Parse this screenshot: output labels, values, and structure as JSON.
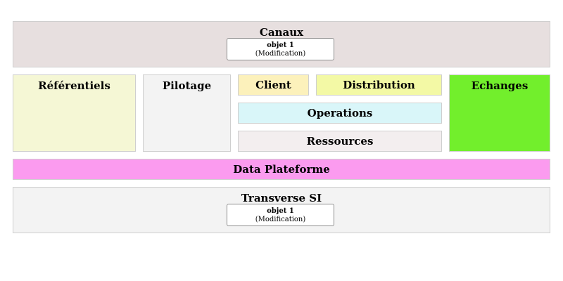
{
  "canaux": {
    "title": "Canaux",
    "color": "#e7dfdf",
    "object": {
      "name": "objet 1",
      "detail": "(Modification)"
    }
  },
  "referentiels": {
    "title": "Référentiels",
    "color": "#f5f7d5"
  },
  "pilotage": {
    "title": "Pilotage",
    "color": "#f3f3f3"
  },
  "client": {
    "title": "Client",
    "color": "#fcf1bb"
  },
  "distribution": {
    "title": "Distribution",
    "color": "#f3f9a5"
  },
  "operations": {
    "title": "Operations",
    "color": "#d9f6f9"
  },
  "ressources": {
    "title": "Ressources",
    "color": "#f3eeef"
  },
  "echanges": {
    "title": "Echanges",
    "color": "#72ef2c"
  },
  "data_plateforme": {
    "title": "Data Plateforme",
    "color": "#fb9bef"
  },
  "transverse": {
    "title": "Transverse SI",
    "color": "#f3f3f3",
    "object": {
      "name": "objet 1",
      "detail": "(Modification)"
    }
  }
}
